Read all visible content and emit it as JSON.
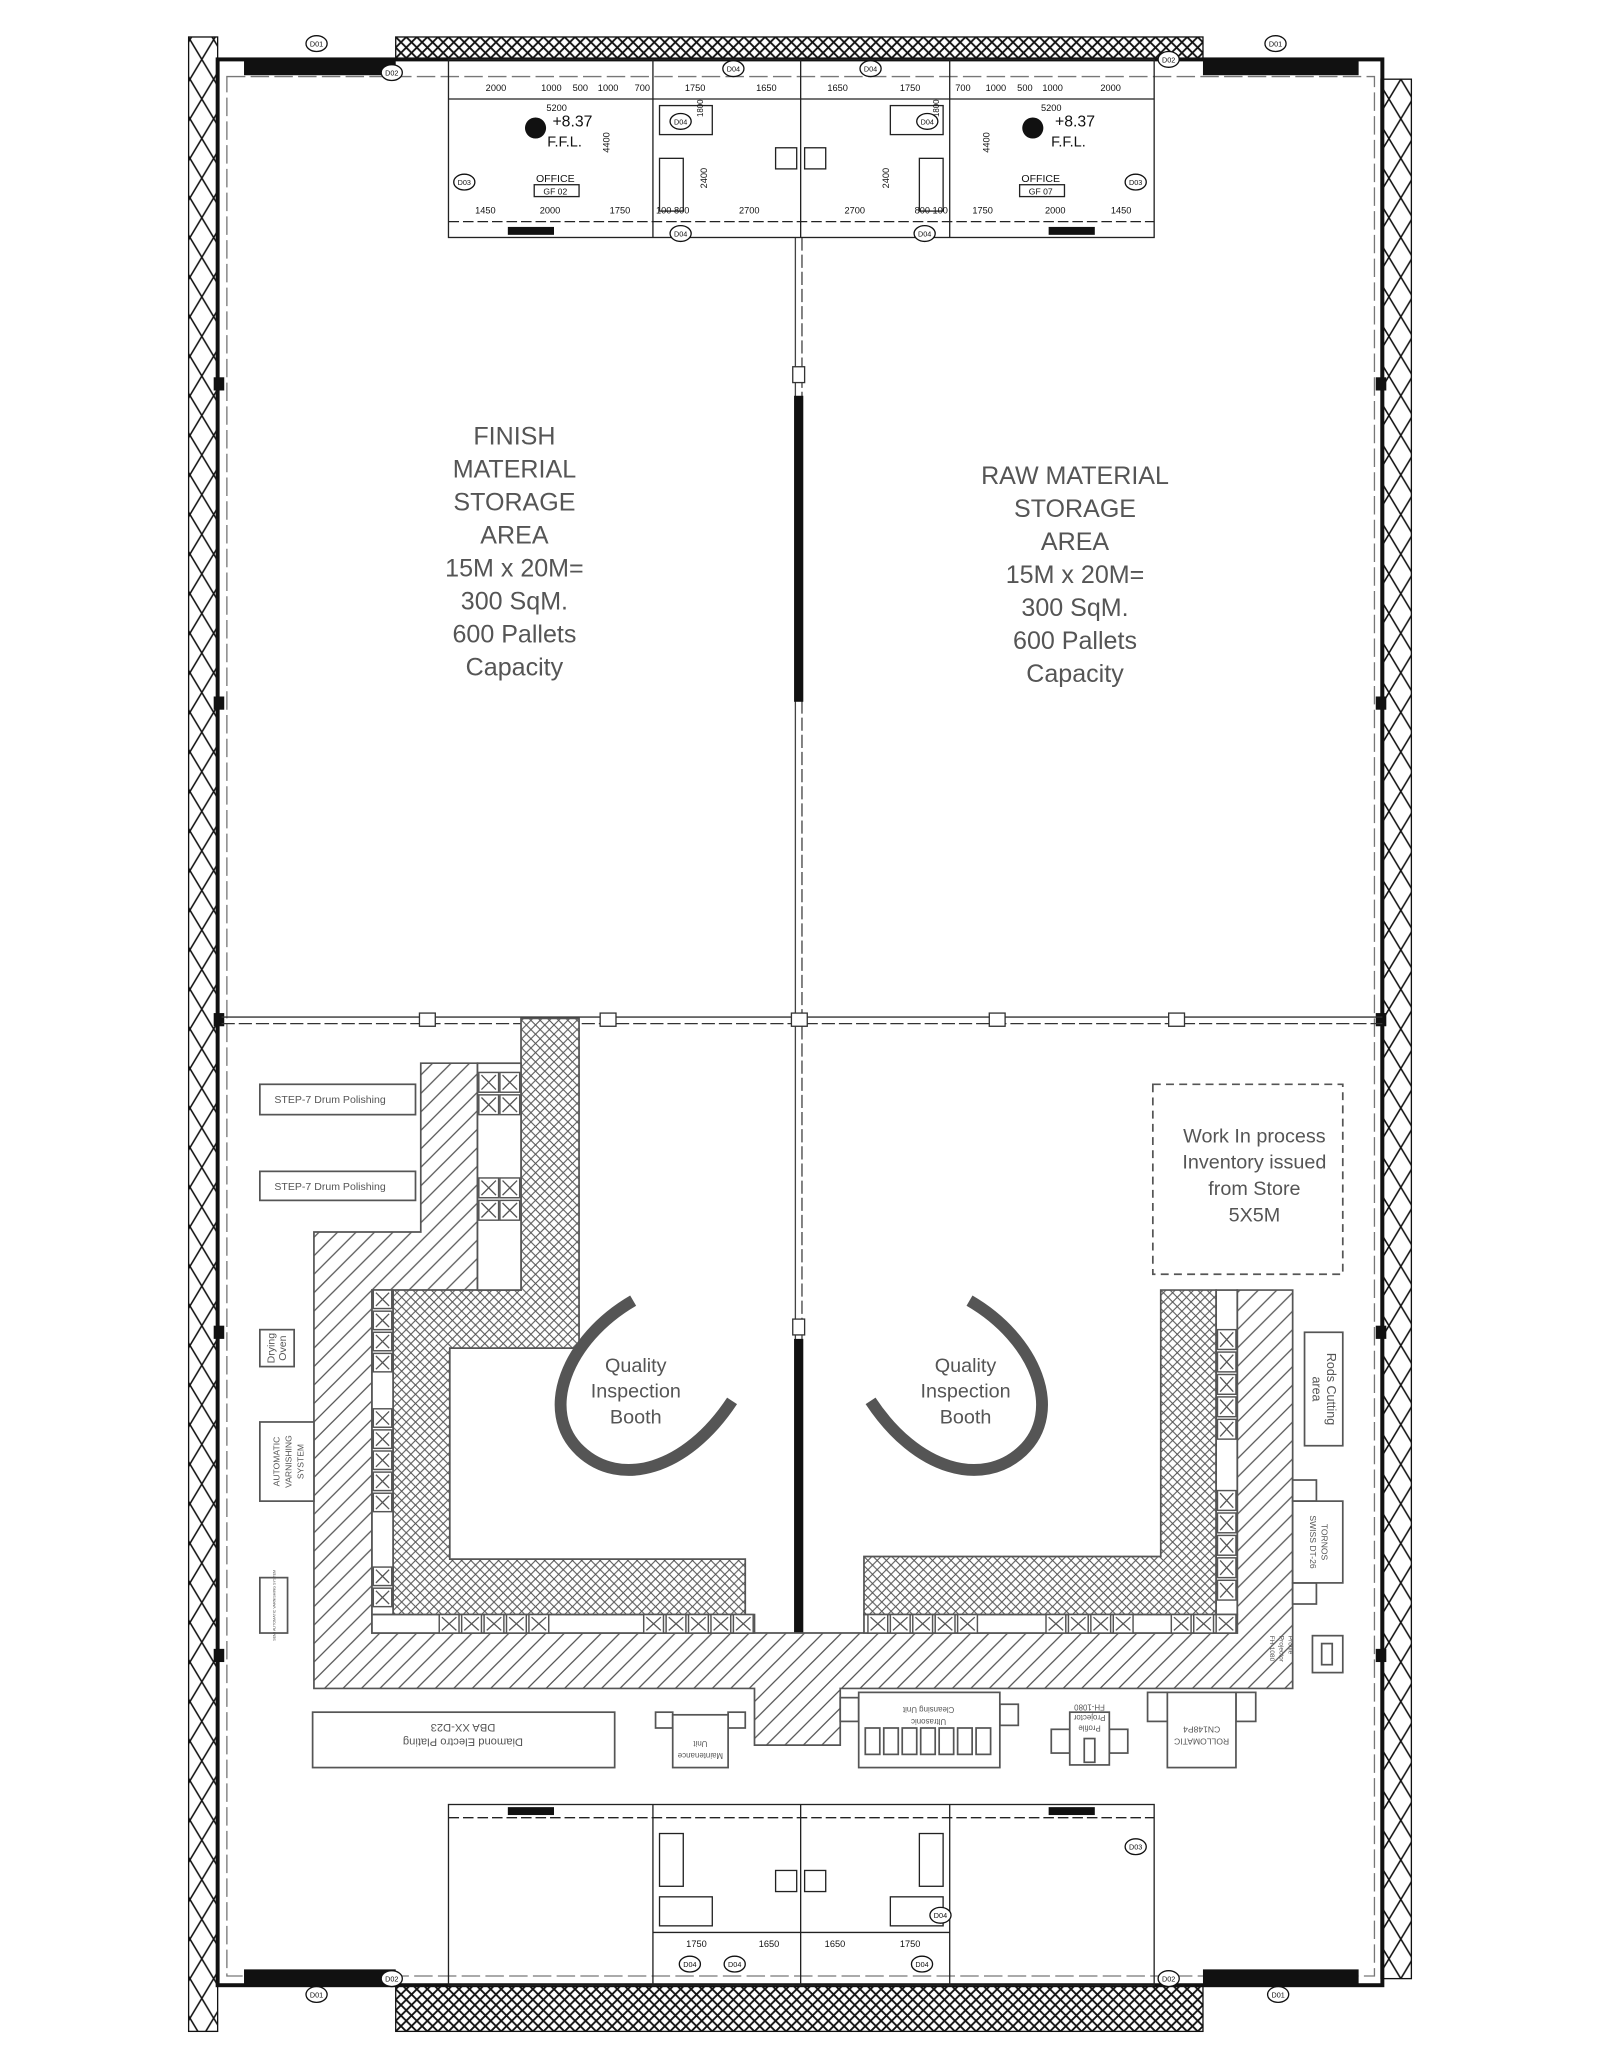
{
  "zones": {
    "finish_storage": [
      "FINISH",
      "MATERIAL",
      "STORAGE",
      "AREA",
      "15M x 20M=",
      "300 SqM.",
      "600 Pallets",
      "Capacity"
    ],
    "raw_storage": [
      "RAW MATERIAL",
      "STORAGE",
      "AREA",
      "15M x 20M=",
      "300 SqM.",
      "600 Pallets",
      "Capacity"
    ],
    "wip": [
      "Work In process",
      "Inventory issued",
      "from Store",
      "5X5M"
    ],
    "qi_left": [
      "Quality",
      "Inspection",
      "Booth"
    ],
    "qi_right": [
      "Quality",
      "Inspection",
      "Booth"
    ]
  },
  "machines": {
    "drum_polishing_1": "STEP-7 Drum Polishing",
    "drum_polishing_2": "STEP-7 Drum Polishing",
    "drying_oven": [
      "Drying",
      "Oven"
    ],
    "varnishing": [
      "AUTOMATIC",
      "VARNISHING",
      "SYSTEM"
    ],
    "semi_varnishing": "SEMI AUTOMATIC VARNISHING SYSTEM",
    "electro_plating": [
      "Diamond Electro Plating",
      "DBA XX-D23"
    ],
    "maintenance": [
      "Maintenance",
      "Unit"
    ],
    "ultrasonic": [
      "Ultrasonic",
      "Cleansing Unit"
    ],
    "profile_projector_bottom": [
      "Profile",
      "Projector",
      "FH-1080"
    ],
    "rollomatic": [
      "ROLLOMATIC",
      "CN148P4"
    ],
    "rods_cutting": [
      "Rods Cutting",
      "area"
    ],
    "tornos": [
      "TORNOS",
      "SWISS DT-26"
    ],
    "profile_projector_right": [
      "Profile",
      "Projector",
      "FH-1080"
    ]
  },
  "offices": {
    "level": "+8.37",
    "ffl": "F.F.L.",
    "office_label": "OFFICE",
    "office_left_code": "GF 02",
    "office_right_code": "GF 07",
    "top_dims_row1": [
      "2000",
      "1000",
      "500",
      "1000",
      "700",
      "1750",
      "1650",
      "1650",
      "1750",
      "700",
      "1000",
      "500",
      "1000",
      "2000"
    ],
    "top_dims_row2": [
      "1450",
      "2000",
      "1750",
      "100 800",
      "2700",
      "2700",
      "800 100",
      "1750",
      "2000",
      "1450"
    ],
    "top_dims_misc": [
      "5200",
      "5200",
      "4400",
      "4400",
      "2400",
      "2400",
      "1800",
      "1800"
    ],
    "bottom_dims": [
      "1750",
      "1650",
      "1650",
      "1750"
    ],
    "door_tags": [
      "D01",
      "D01",
      "D02",
      "D02",
      "D03",
      "D03",
      "D04",
      "D04",
      "D04",
      "D04",
      "D04",
      "D04",
      "D01",
      "D01",
      "D02",
      "D02",
      "D03",
      "D04",
      "D04",
      "D04",
      "D04"
    ]
  },
  "colors": {
    "ink": "#555555",
    "wall": "#111111",
    "booth": "#555555"
  }
}
